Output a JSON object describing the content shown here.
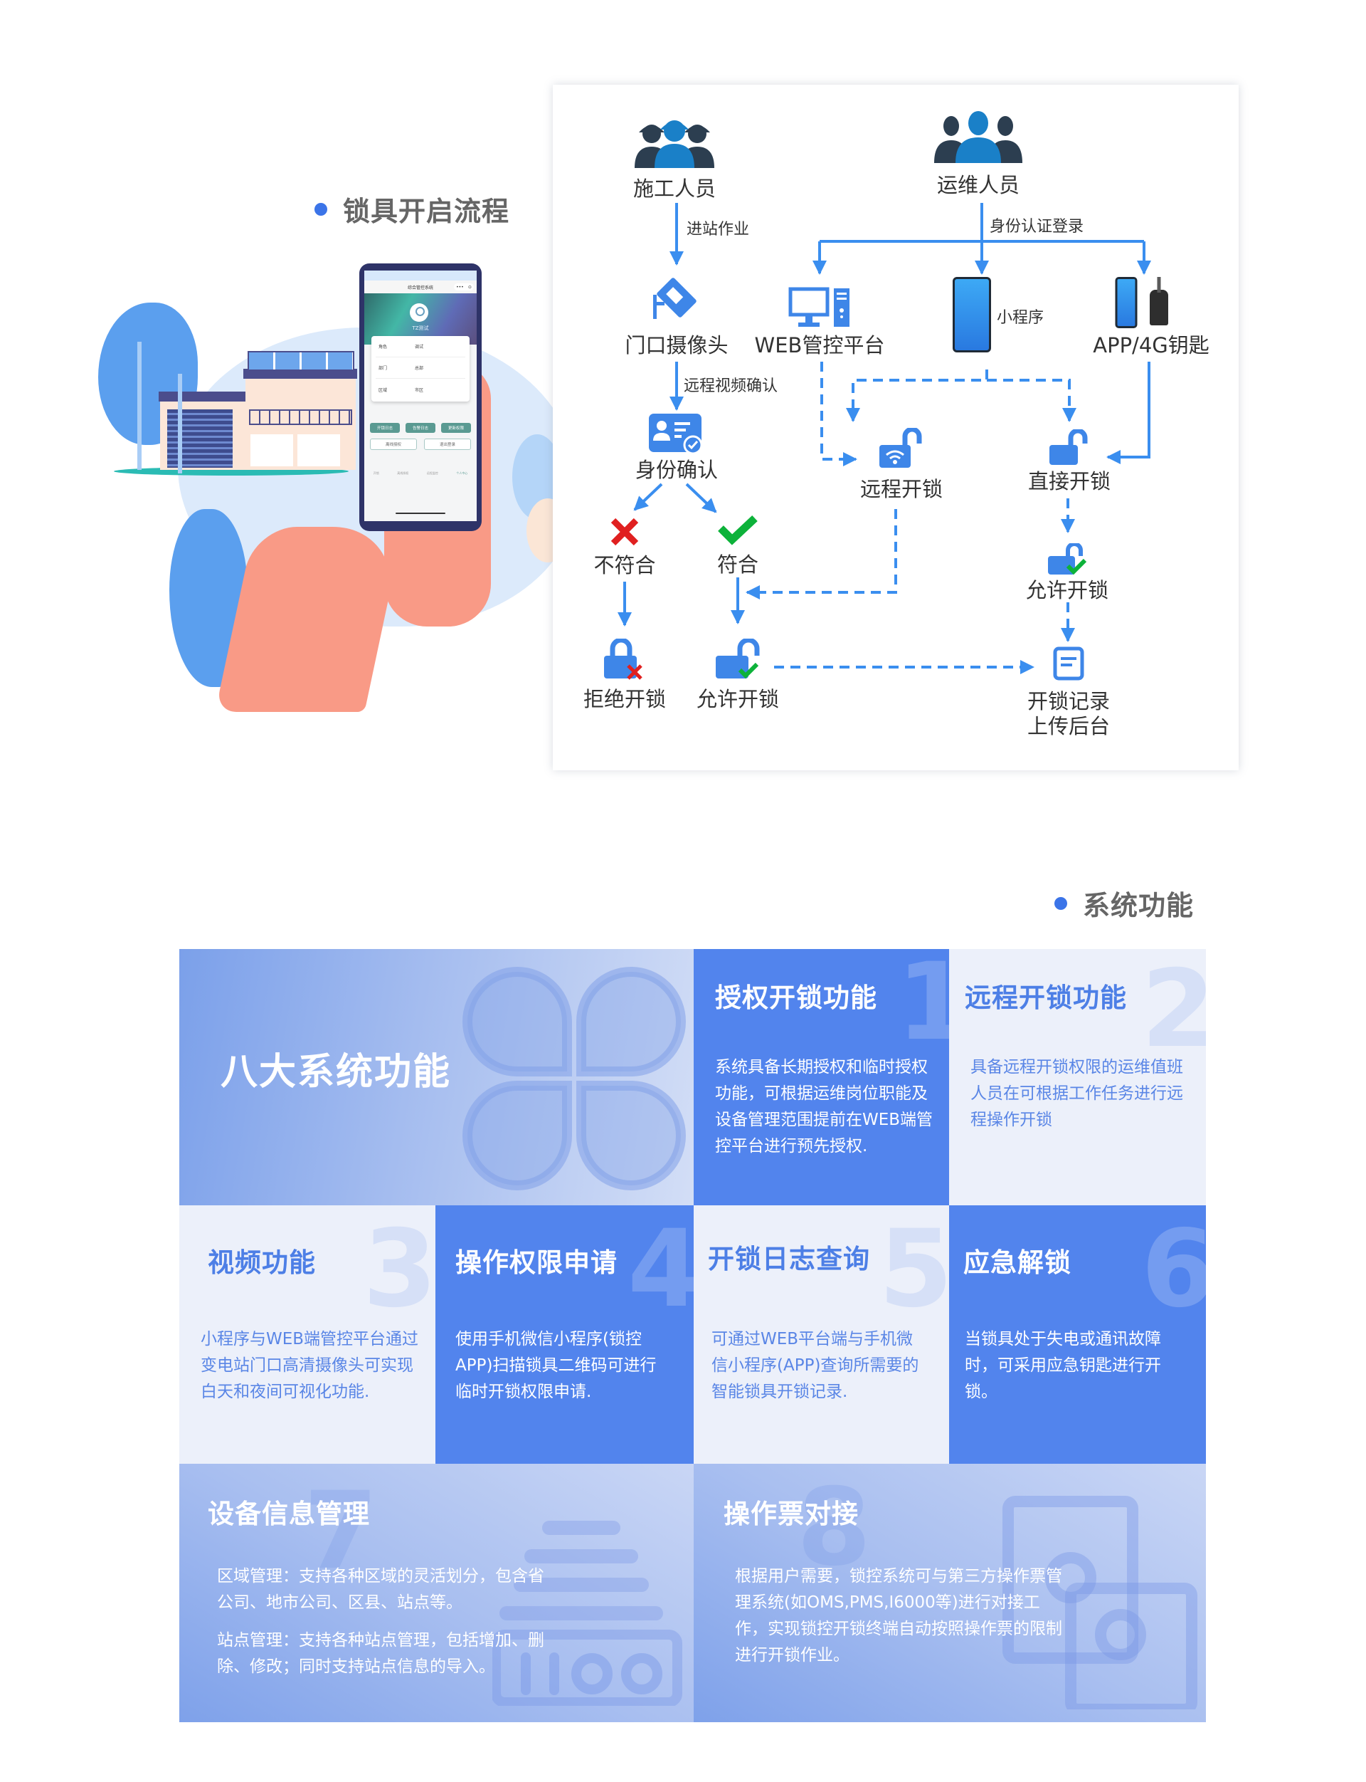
{
  "section_flow": {
    "title": "锁具开启流程"
  },
  "section_functions": {
    "title": "系统功能"
  },
  "phone_mockup": {
    "app_title": "综合管控系统",
    "capsule_more": "•••",
    "capsule_close": "⊙",
    "username": "TZ测试",
    "info_rows": [
      {
        "icon": "role-icon",
        "key": "角色",
        "value": "调试"
      },
      {
        "icon": "department-icon",
        "key": "部门",
        "value": "总部"
      },
      {
        "icon": "region-icon",
        "key": "区域",
        "value": "市区"
      }
    ],
    "buttons_primary": [
      "开锁日志",
      "告警日志",
      "更新权限"
    ],
    "buttons_secondary": [
      "离线授权",
      "退出登录"
    ],
    "tabbar": [
      "开锁",
      "离线授权",
      "远程监控",
      "个人中心"
    ]
  },
  "flow": {
    "nodes": {
      "construction_staff": "施工人员",
      "ops_staff": "运维人员",
      "door_camera": "门口摄像头",
      "web_platform": "WEB管控平台",
      "mini_program": "小程序",
      "app_key": "APP/4G钥匙",
      "identity_check": "身份确认",
      "remote_unlock": "远程开锁",
      "direct_unlock": "直接开锁",
      "not_match": "不符合",
      "match": "符合",
      "allow_unlock_right": "允许开锁",
      "deny_unlock": "拒绝开锁",
      "allow_unlock": "允许开锁",
      "record_line1": "开锁记录",
      "record_line2": "上传后台"
    },
    "edge_labels": {
      "enter_site": "进站作业",
      "remote_video": "远程视频确认",
      "auth_login": "身份认证登录"
    },
    "colors": {
      "line": "#3A8EEF",
      "icon": "#3E86E8",
      "deny": "#E02020",
      "allow": "#0DB23A",
      "people_dark": "#2C3E50",
      "people_blue": "#1A80C8"
    }
  },
  "functions": {
    "hero_title": "八大系统功能",
    "items": [
      {
        "num": "1",
        "title": "授权开锁功能",
        "desc": "系统具备长期授权和临时授权功能，可根据运维岗位职能及设备管理范围提前在WEB端管控平台进行预先授权."
      },
      {
        "num": "2",
        "title": "远程开锁功能",
        "desc": "具备远程开锁权限的运维值班人员在可根据工作任务进行远程操作开锁"
      },
      {
        "num": "3",
        "title": "视频功能",
        "desc": "小程序与WEB端管控平台通过变电站门口高清摄像头可实现白天和夜间可视化功能."
      },
      {
        "num": "4",
        "title": "操作权限申请",
        "desc": "使用手机微信小程序(锁控APP)扫描锁具二维码可进行临时开锁权限申请."
      },
      {
        "num": "5",
        "title": "开锁日志查询",
        "desc": "可通过WEB平台端与手机微信小程序(APP)查询所需要的智能锁具开锁记录."
      },
      {
        "num": "6",
        "title": "应急解锁",
        "desc": "当锁具处于失电或通讯故障时，可采用应急钥匙进行开锁。"
      },
      {
        "num": "7",
        "title": "设备信息管理",
        "desc_paragraphs": [
          "区域管理：支持各种区域的灵活划分，包含省公司、地市公司、区县、站点等。",
          "站点管理：支持各种站点管理，包括增加、删除、修改；同时支持站点信息的导入。"
        ]
      },
      {
        "num": "8",
        "title": "操作票对接",
        "desc": "根据用户需要，锁控系统可与第三方操作票管理系统(如OMS,PMS,I6000等)进行对接工作，实现锁控开锁终端自动按照操作票的限制进行开锁作业。"
      }
    ],
    "colors": {
      "solid": "#5284ED",
      "light": "#ECF0FA",
      "light_text": "#4D7FE6",
      "accent_dot": "#3B74E8"
    }
  }
}
